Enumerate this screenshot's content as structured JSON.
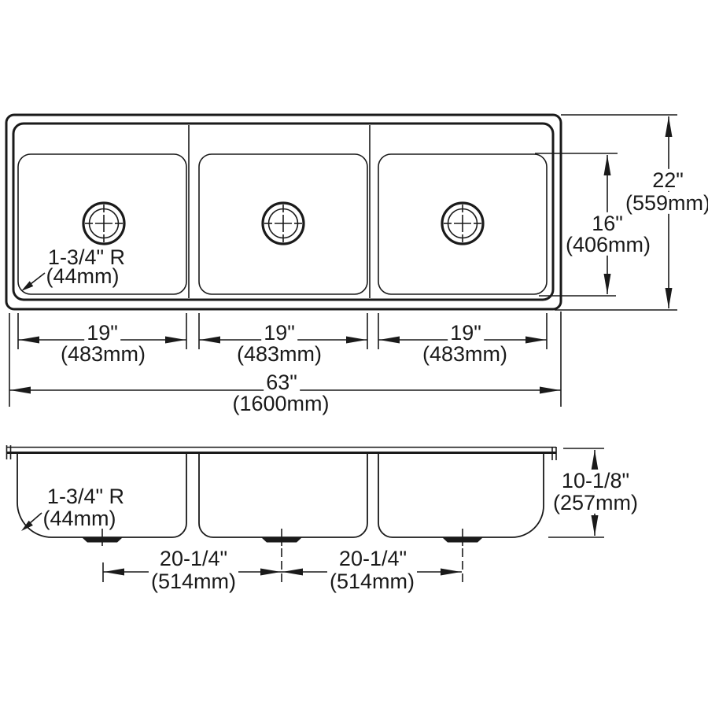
{
  "colors": {
    "line": "#1a1a1a",
    "background": "#ffffff"
  },
  "views": {
    "plan": {
      "corner_radius": {
        "line1": "1-3/4\" R",
        "line2": "(44mm)"
      },
      "bowl_width_dims": [
        {
          "inches": "19\"",
          "mm": "(483mm)"
        },
        {
          "inches": "19\"",
          "mm": "(483mm)"
        },
        {
          "inches": "19\"",
          "mm": "(483mm)"
        }
      ],
      "overall_width": {
        "inches": "63\"",
        "mm": "(1600mm)"
      },
      "overall_front_to_back": {
        "inches": "22\"",
        "mm": "(559mm)"
      },
      "bowl_front_to_back": {
        "inches": "16\"",
        "mm": "(406mm)"
      }
    },
    "elevation": {
      "corner_radius": {
        "line1": "1-3/4\" R",
        "line2": "(44mm)"
      },
      "drain_spacing_dims": [
        {
          "inches": "20-1/4\"",
          "mm": "(514mm)"
        },
        {
          "inches": "20-1/4\"",
          "mm": "(514mm)"
        }
      ],
      "bowl_depth": {
        "inches": "10-1/8\"",
        "mm": "(257mm)"
      }
    }
  }
}
